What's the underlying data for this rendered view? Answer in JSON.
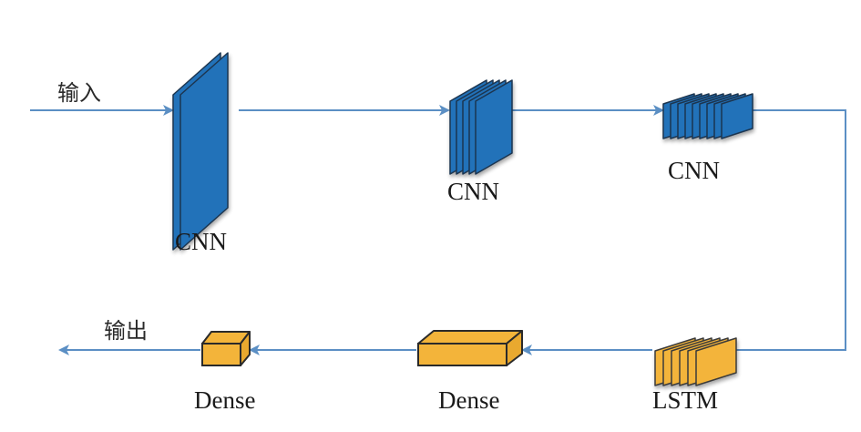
{
  "title": "CNN-LSTM network architecture",
  "colors": {
    "arrow": "#5b8fc4",
    "cnn_fill": "#2372b9",
    "cnn_edge": "#1c3550",
    "lstm_fill": "#f3b43a",
    "dense_fill": "#f3b43a",
    "block_edge": "#2a2a2a"
  },
  "input_label": "输入",
  "output_label": "输出",
  "layers": [
    {
      "id": "cnn1",
      "type": "CNN",
      "label": "CNN",
      "slices": 2
    },
    {
      "id": "cnn2",
      "type": "CNN",
      "label": "CNN",
      "slices": 5
    },
    {
      "id": "cnn3",
      "type": "CNN",
      "label": "CNN",
      "slices": 9
    },
    {
      "id": "lstm",
      "type": "LSTM",
      "label": "LSTM",
      "slices": 6
    },
    {
      "id": "dense1",
      "type": "Dense",
      "label": "Dense"
    },
    {
      "id": "dense2",
      "type": "Dense",
      "label": "Dense"
    }
  ],
  "flow": [
    "input",
    "cnn1",
    "cnn2",
    "cnn3",
    "lstm",
    "dense1",
    "dense2",
    "output"
  ]
}
